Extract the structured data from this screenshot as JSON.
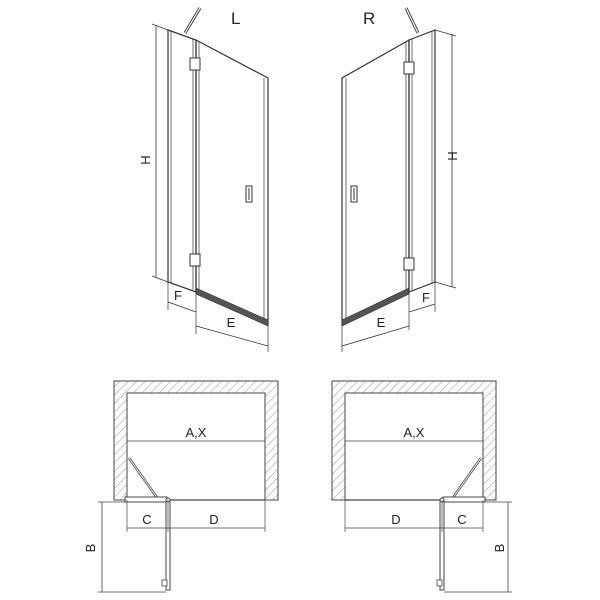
{
  "views": {
    "left_title": "L",
    "right_title": "R"
  },
  "dimensions": {
    "height": "H",
    "side_fixed": "F",
    "door_width": "E",
    "opening_width": "A,X",
    "fixed_segment": "C",
    "door_segment": "D",
    "swing_depth": "B"
  },
  "colors": {
    "line": "#333333",
    "hatch": "#999999",
    "text": "#222222"
  }
}
